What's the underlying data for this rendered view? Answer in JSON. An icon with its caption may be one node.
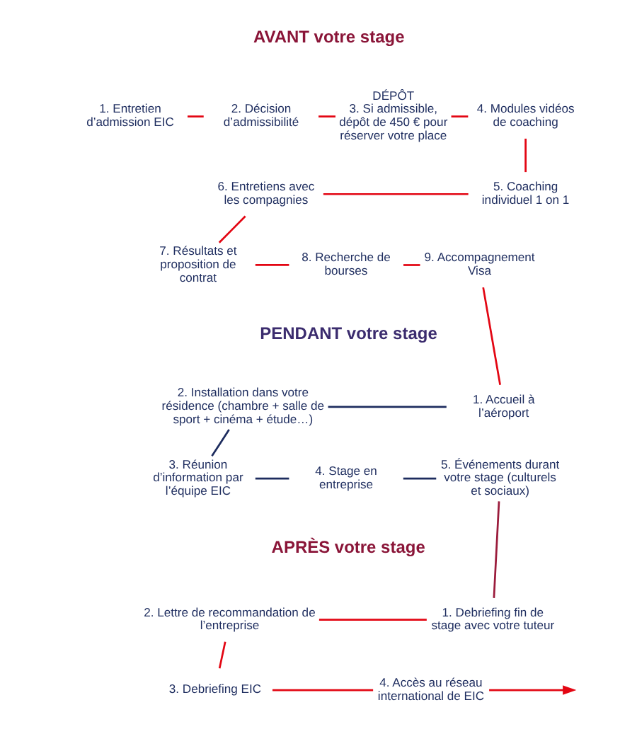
{
  "diagram": {
    "nodes": [
      {
        "text": [
          "1. Entretien d’admission EIC"
        ]
      },
      {
        "text": [
          "2. Décision d’admissibilité"
        ]
      },
      {
        "text": [
          "DÉPÔT",
          "3. Si admissible, dépôt de 450 € pour réserver votre place"
        ]
      },
      {
        "text": [
          "4. Modules vidéos de coaching"
        ]
      },
      {
        "text": [
          "5. Coaching individuel 1 on 1"
        ]
      },
      {
        "text": [
          "6. Entretiens avec les compagnies"
        ]
      },
      {
        "text": [
          "7. Résultats et proposition de contrat"
        ]
      },
      {
        "text": [
          "8. Recherche de bourses"
        ]
      },
      {
        "text": [
          "9. Accompagnement Visa"
        ]
      },
      {
        "text": [
          "1. Accueil à l’aéroport"
        ]
      },
      {
        "text": [
          "2. Installation dans votre résidence (chambre + salle de sport + cinéma + étude…)"
        ]
      },
      {
        "text": [
          "3. Réunion d’information par l’équipe EIC"
        ]
      },
      {
        "text": [
          "4. Stage en entreprise"
        ]
      },
      {
        "text": [
          "5. Événements durant votre stage (culturels et sociaux)"
        ]
      },
      {
        "text": [
          "1. Debriefing fin de stage avec votre tuteur"
        ]
      },
      {
        "text": [
          "2. Lettre de recommandation de l’entreprise"
        ]
      },
      {
        "text": [
          "3. Debriefing EIC"
        ]
      },
      {
        "text": [
          "4. Accès au réseau international de EIC"
        ]
      }
    ],
    "edges": [
      {
        "from": 0,
        "to": 1,
        "arrow": "none"
      },
      {
        "from": 1,
        "to": 2,
        "arrow": "none"
      },
      {
        "from": 2,
        "to": 3,
        "arrow": "none"
      },
      {
        "from": 3,
        "to": 4,
        "arrow": "none"
      },
      {
        "from": 4,
        "to": 5,
        "arrow": "none"
      },
      {
        "from": 5,
        "to": 6,
        "arrow": "none"
      },
      {
        "from": 6,
        "to": 7,
        "arrow": "none"
      },
      {
        "from": 7,
        "to": 8,
        "arrow": "none"
      },
      {
        "from": 8,
        "to": 9,
        "arrow": "none"
      },
      {
        "from": 9,
        "to": 10,
        "arrow": "none",
        "color": "#1d2c5e"
      },
      {
        "from": 10,
        "to": 11,
        "arrow": "none",
        "color": "#1d2c5e"
      },
      {
        "from": 11,
        "to": 12,
        "arrow": "none",
        "color": "#1d2c5e"
      },
      {
        "from": 12,
        "to": 13,
        "arrow": "none",
        "color": "#1d2c5e"
      },
      {
        "from": 13,
        "to": 14,
        "arrow": "none",
        "color": "#9b1c3c"
      },
      {
        "from": 14,
        "to": 15,
        "arrow": "none"
      },
      {
        "from": 15,
        "to": 16,
        "arrow": "none"
      },
      {
        "from": 16,
        "to": 17,
        "arrow": "none"
      },
      {
        "from": 17,
        "to": null,
        "arrow": "to"
      }
    ],
    "labels": [
      "AVANT votre stage",
      "PENDANT votre stage",
      "APRÈS votre stage"
    ]
  }
}
